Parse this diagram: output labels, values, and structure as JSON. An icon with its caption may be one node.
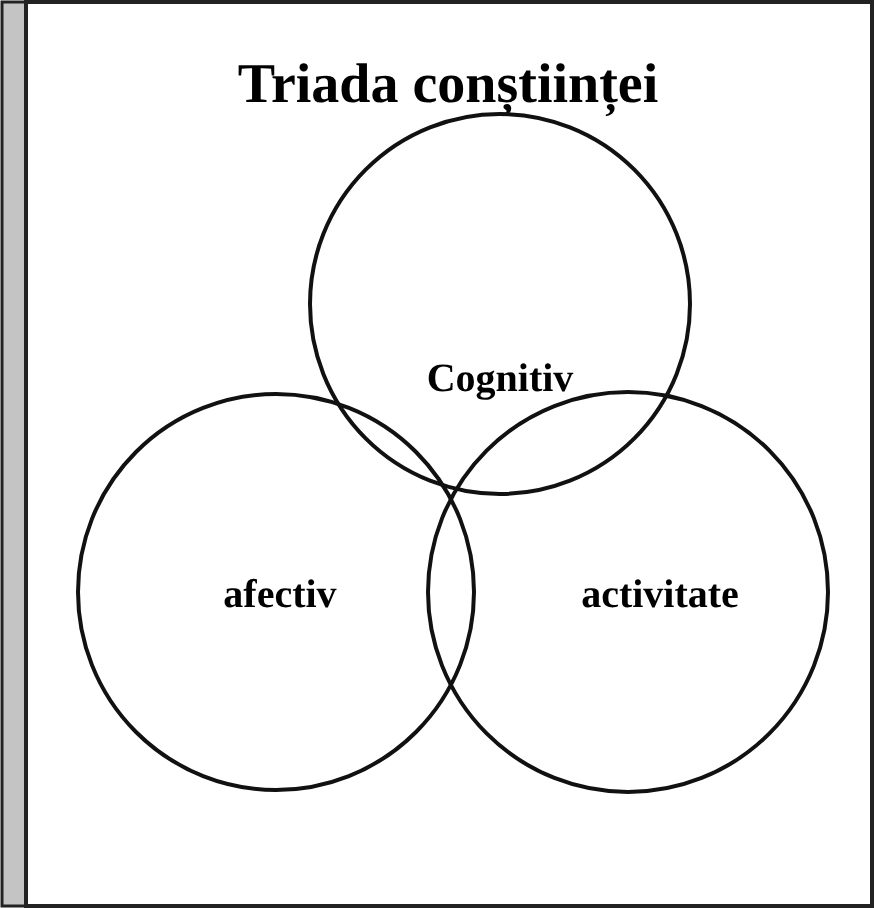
{
  "diagram": {
    "title": "Triada conștiinței",
    "nodes": [
      {
        "text": [
          "Cognitiv"
        ]
      },
      {
        "text": [
          "afectiv"
        ]
      },
      {
        "text": [
          "activitate"
        ]
      }
    ]
  }
}
